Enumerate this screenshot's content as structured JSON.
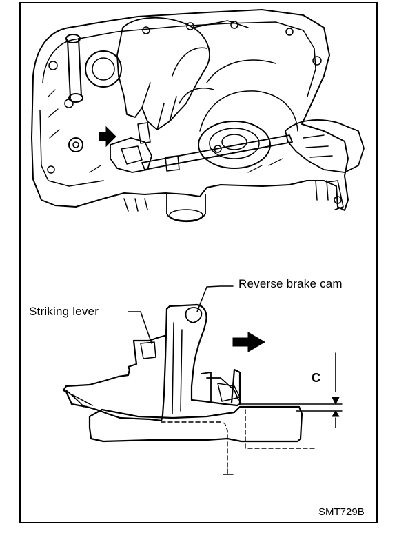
{
  "figure": {
    "code": "SMT729B",
    "labels": {
      "reverse_brake_cam": "Reverse brake cam",
      "striking_lever": "Striking lever",
      "clearance": "C"
    }
  }
}
